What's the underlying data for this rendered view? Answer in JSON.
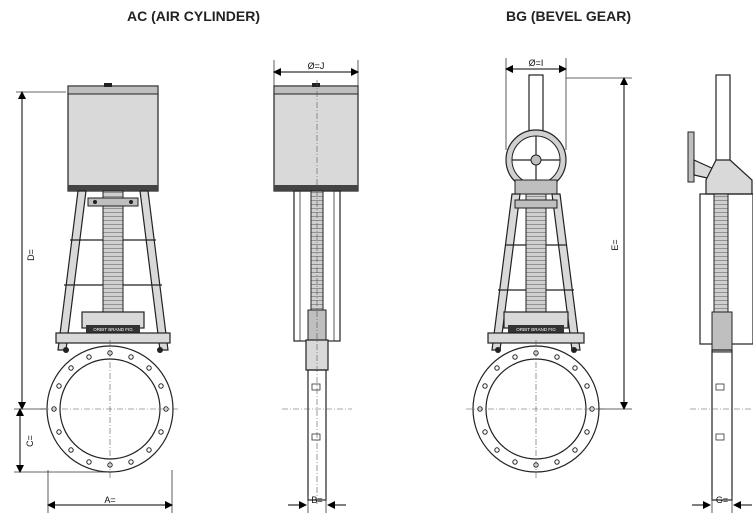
{
  "titles": {
    "ac": "AC (AIR CYLINDER)",
    "bg": "BG (BEVEL GEAR)"
  },
  "dimensions": {
    "D": "D=",
    "C": "C=",
    "A": "A=",
    "J": "Ø=J",
    "B": "B=",
    "I": "Ø=I",
    "E": "E=",
    "G": "G="
  },
  "nameplate": "ORBIT BRAND FIG"
}
